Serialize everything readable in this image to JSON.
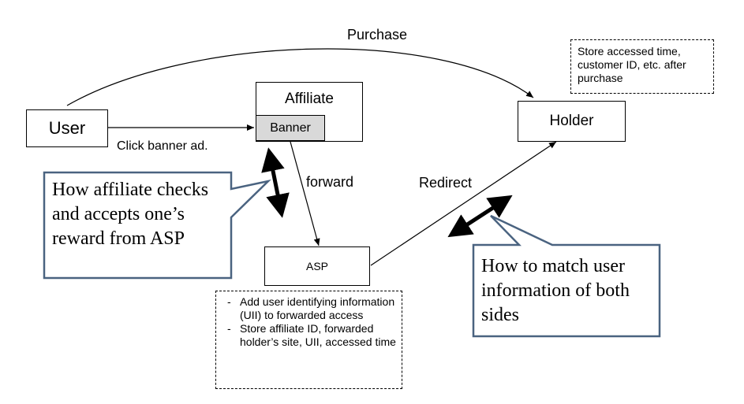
{
  "nodes": {
    "user": "User",
    "affiliate": "Affiliate",
    "banner": "Banner",
    "holder": "Holder",
    "asp": "ASP"
  },
  "edges": {
    "purchase": "Purchase",
    "click_banner": "Click banner ad.",
    "forward": "forward",
    "redirect": "Redirect"
  },
  "notes": {
    "holder_note": "Store accessed time, customer ID, etc. after purchase",
    "asp_note": [
      "Add user identifying information (UII) to forwarded access",
      "Store affiliate ID, forwarded holder’s site, UII, accessed time"
    ]
  },
  "callouts": {
    "affiliate_question": "How affiliate checks and accepts one’s reward from ASP",
    "match_question": "How to match user information of both sides"
  },
  "colors": {
    "callout_border": "#4a6380",
    "banner_fill": "#d9d9d9",
    "line": "#000000"
  }
}
